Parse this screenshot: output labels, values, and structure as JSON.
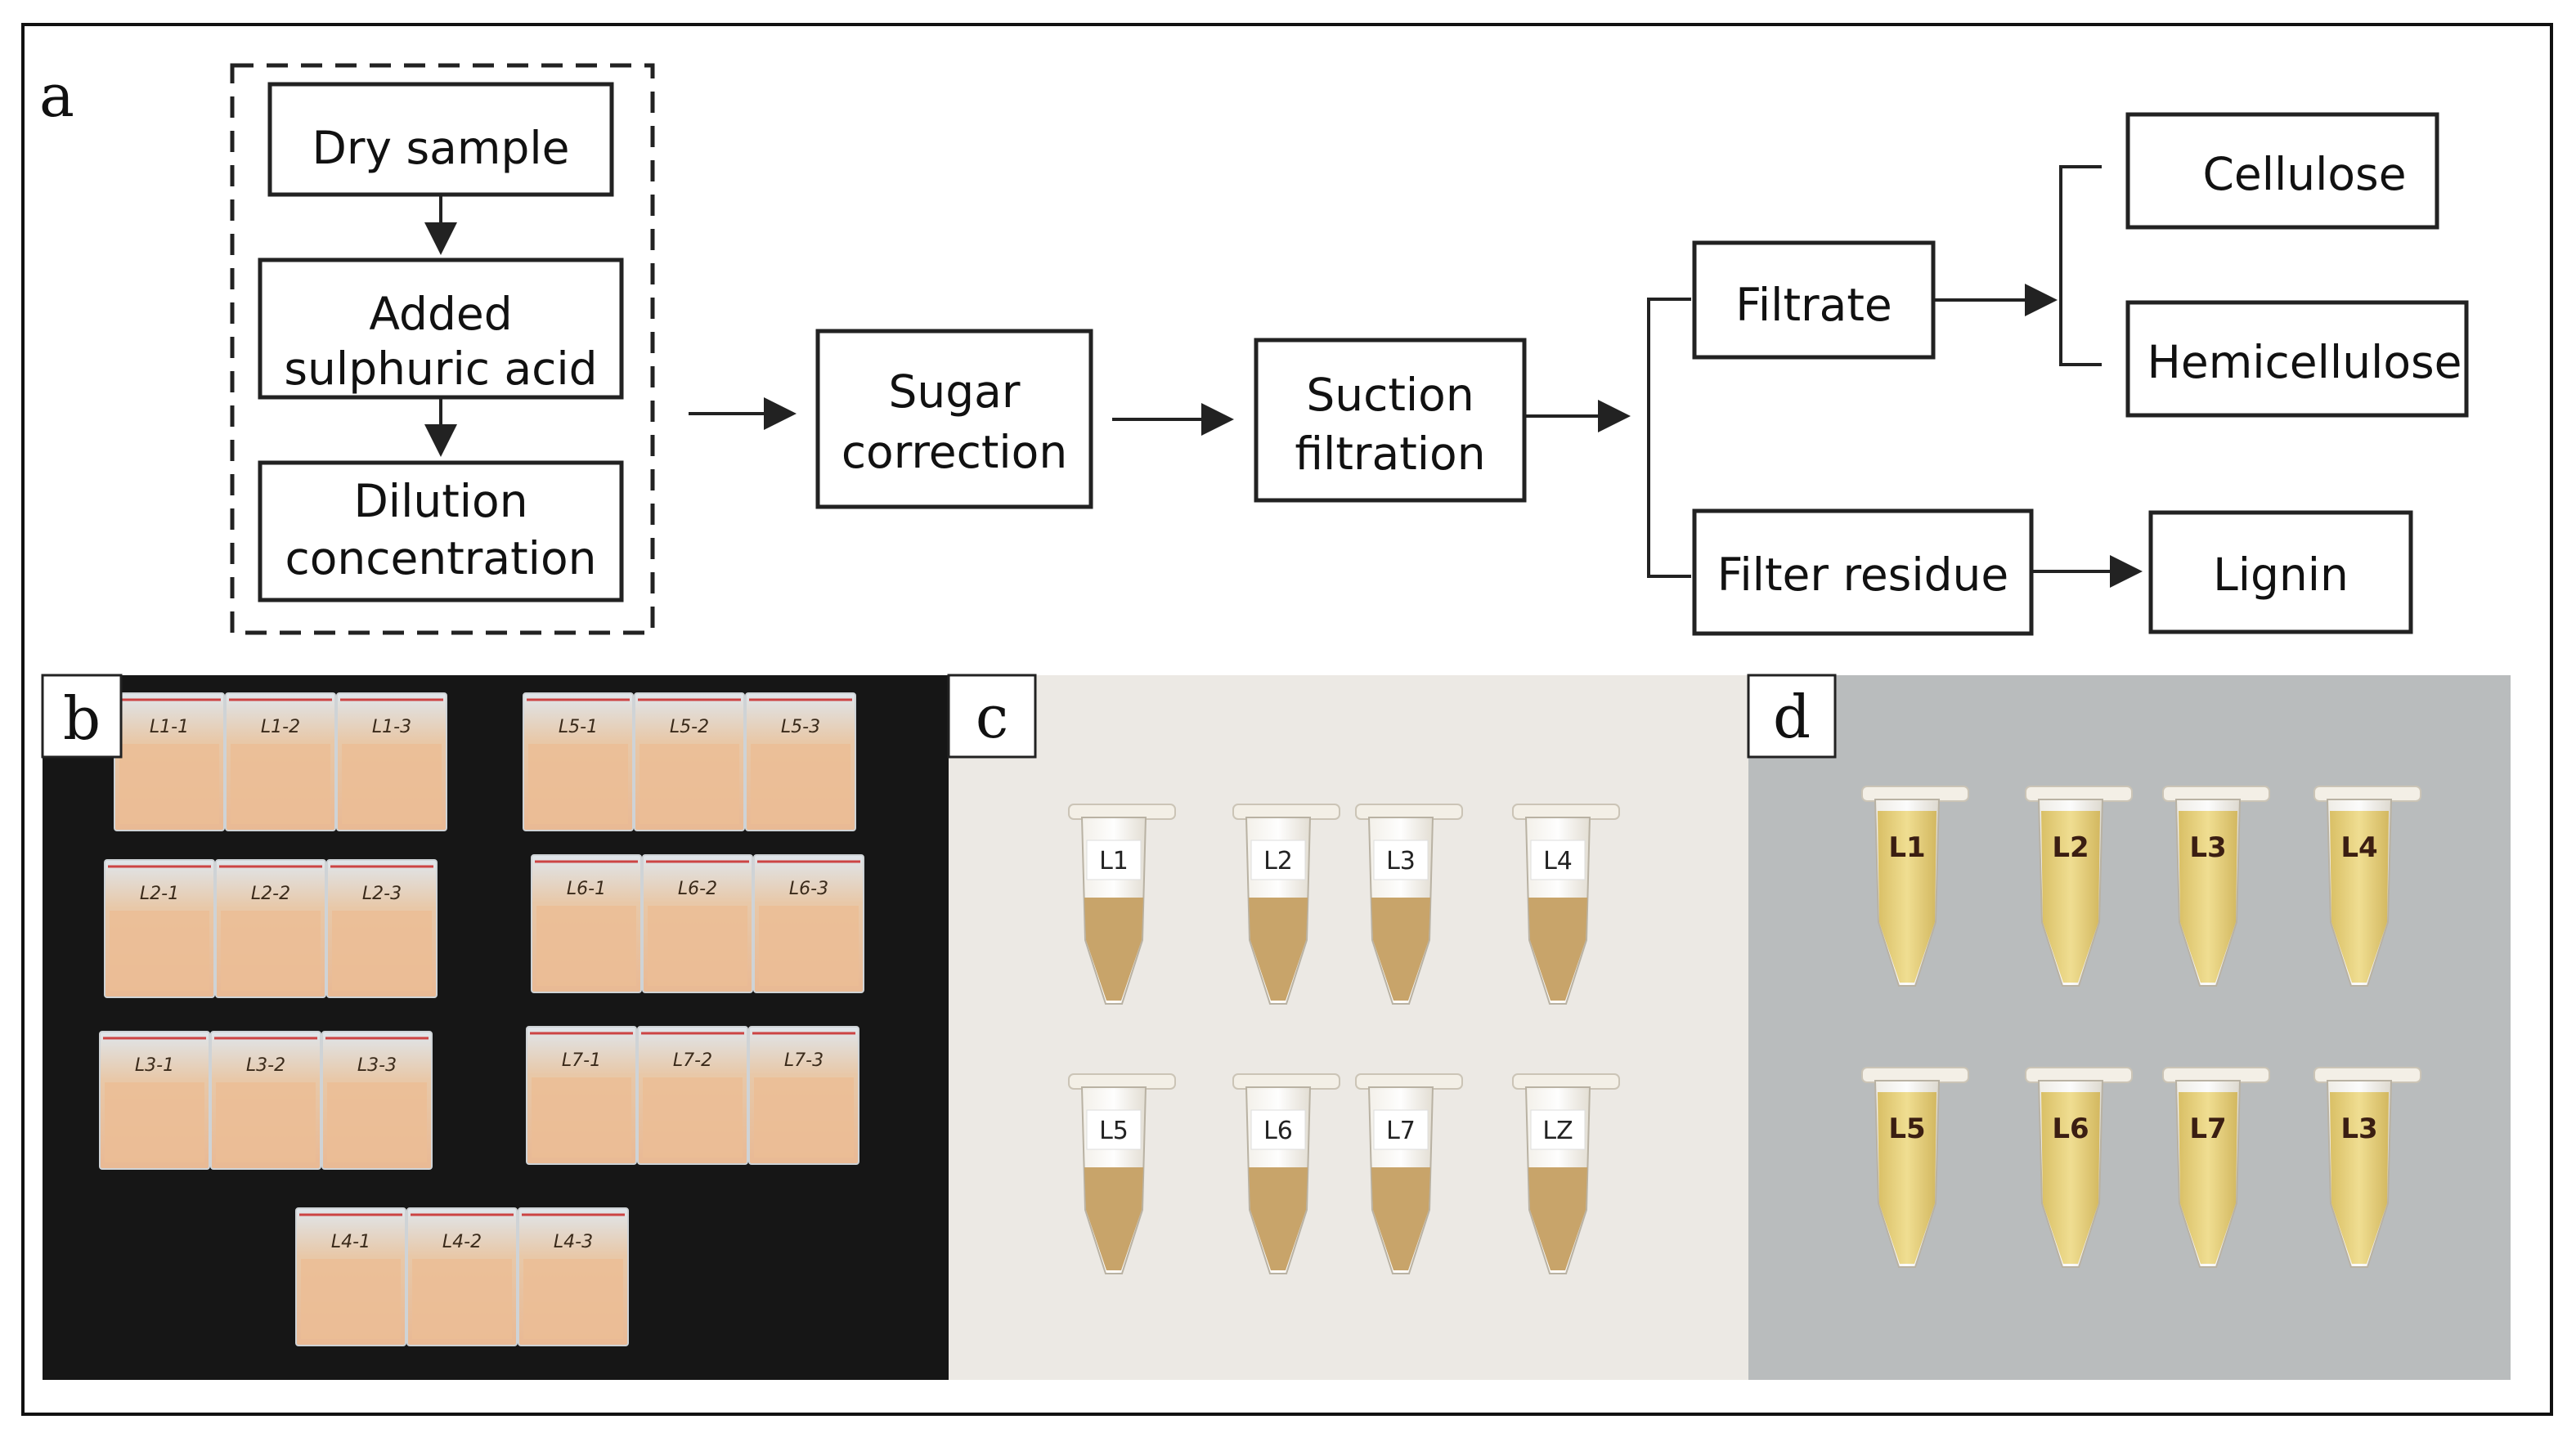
{
  "panels": {
    "a": {
      "label": "a",
      "flow": {
        "dry_sample": "Dry sample",
        "added_acid_1": "Added",
        "added_acid_2": "sulphuric acid",
        "dilution_1": "Dilution",
        "dilution_2": "concentration",
        "sugar_1": "Sugar",
        "sugar_2": "correction",
        "suction_1": "Suction",
        "suction_2": "filtration",
        "filtrate": "Filtrate",
        "filter_residue": "Filter residue",
        "cellulose": "Cellulose",
        "hemicellulose": "Hemicellulose",
        "lignin": "Lignin"
      }
    },
    "b": {
      "label": "b",
      "bags": [
        "L1-1",
        "L1-2",
        "L1-3",
        "L5-1",
        "L5-2",
        "L5-3",
        "L2-1",
        "L2-2",
        "L2-3",
        "L6-1",
        "L6-2",
        "L6-3",
        "L3-1",
        "L3-2",
        "L3-3",
        "L7-1",
        "L7-2",
        "L7-3",
        "L4-1",
        "L4-2",
        "L4-3"
      ]
    },
    "c": {
      "label": "c",
      "tubes": [
        "L1",
        "L2",
        "L3",
        "L4",
        "L5",
        "L6",
        "L7",
        "LZ"
      ]
    },
    "d": {
      "label": "d",
      "tubes": [
        "L1",
        "L2",
        "L3",
        "L4",
        "L5",
        "L6",
        "L7",
        "L3"
      ]
    }
  },
  "colors": {
    "panel_b_bg": "#161616",
    "panel_c_bg": "#ece9e4",
    "panel_d_bg": "#b9bcbd",
    "powder": "#e9c3a0",
    "tube_powder": "#c8a46a",
    "tube_liquid": "#e6cf78"
  }
}
